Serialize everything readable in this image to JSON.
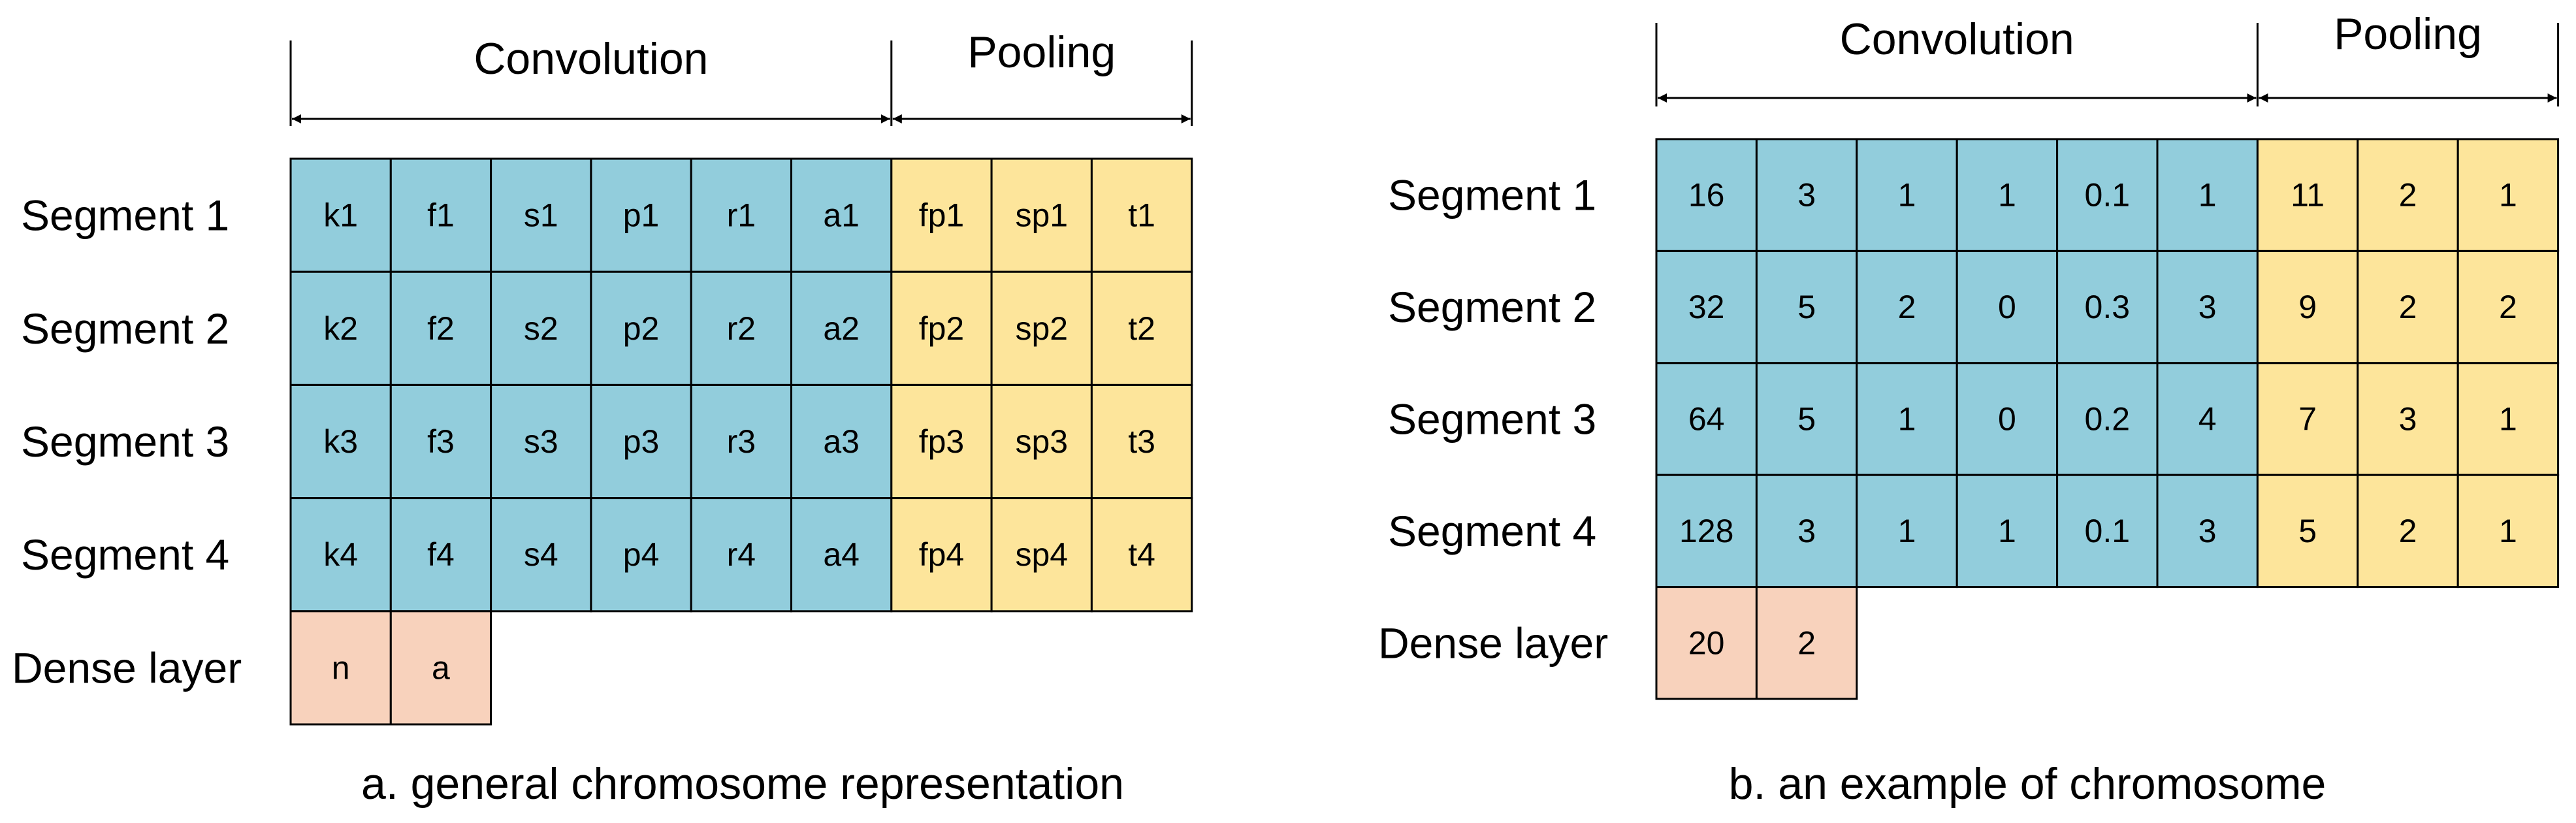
{
  "colors": {
    "convolution": "#92cddc",
    "pooling": "#fde59b",
    "dense": "#f8d2bc",
    "border": "#000000"
  },
  "panels": [
    {
      "caption": "a. general chromosome representation",
      "header_convolution": "Convolution",
      "header_pooling": "Pooling",
      "rows": [
        {
          "label": "Segment 1",
          "conv": [
            "k1",
            "f1",
            "s1",
            "p1",
            "r1",
            "a1"
          ],
          "pool": [
            "fp1",
            "sp1",
            "t1"
          ]
        },
        {
          "label": "Segment 2",
          "conv": [
            "k2",
            "f2",
            "s2",
            "p2",
            "r2",
            "a2"
          ],
          "pool": [
            "fp2",
            "sp2",
            "t2"
          ]
        },
        {
          "label": "Segment 3",
          "conv": [
            "k3",
            "f3",
            "s3",
            "p3",
            "r3",
            "a3"
          ],
          "pool": [
            "fp3",
            "sp3",
            "t3"
          ]
        },
        {
          "label": "Segment 4",
          "conv": [
            "k4",
            "f4",
            "s4",
            "p4",
            "r4",
            "a4"
          ],
          "pool": [
            "fp4",
            "sp4",
            "t4"
          ]
        }
      ],
      "dense": {
        "label": "Dense layer",
        "cells": [
          "n",
          "a"
        ]
      }
    },
    {
      "caption": "b. an example of chromosome",
      "header_convolution": "Convolution",
      "header_pooling": "Pooling",
      "rows": [
        {
          "label": "Segment 1",
          "conv": [
            "16",
            "3",
            "1",
            "1",
            "0.1",
            "1"
          ],
          "pool": [
            "11",
            "2",
            "1"
          ]
        },
        {
          "label": "Segment 2",
          "conv": [
            "32",
            "5",
            "2",
            "0",
            "0.3",
            "3"
          ],
          "pool": [
            "9",
            "2",
            "2"
          ]
        },
        {
          "label": "Segment 3",
          "conv": [
            "64",
            "5",
            "1",
            "0",
            "0.2",
            "4"
          ],
          "pool": [
            "7",
            "3",
            "1"
          ]
        },
        {
          "label": "Segment 4",
          "conv": [
            "128",
            "3",
            "1",
            "1",
            "0.1",
            "3"
          ],
          "pool": [
            "5",
            "2",
            "1"
          ]
        }
      ],
      "dense": {
        "label": "Dense layer",
        "cells": [
          "20",
          "2"
        ]
      }
    }
  ]
}
